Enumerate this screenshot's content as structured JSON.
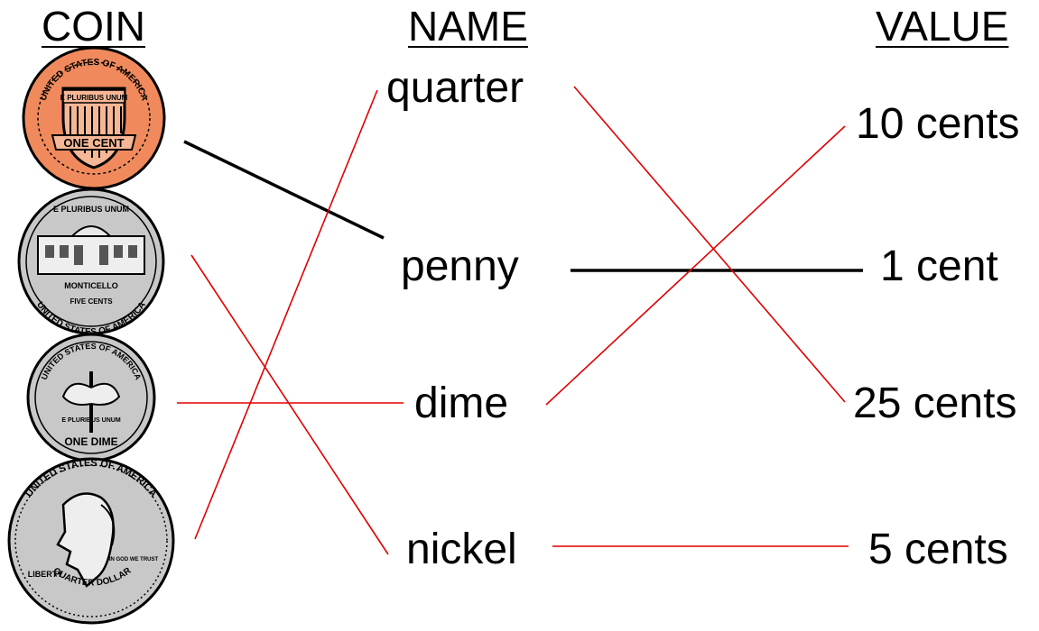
{
  "headers": {
    "coin": "COIN",
    "name": "NAME",
    "value": "VALUE"
  },
  "coins": {
    "penny": {
      "inscription_top": "UNITED STATES OF AMERICA",
      "motto": "E PLURIBUS UNUM",
      "denomination": "ONE CENT",
      "color": "#f08a5d"
    },
    "nickel": {
      "motto": "E PLURIBUS UNUM",
      "building": "MONTICELLO",
      "denomination": "FIVE CENTS",
      "inscription_bottom": "UNITED STATES OF AMERICA",
      "color": "#c8c8c8"
    },
    "dime": {
      "inscription_top": "UNITED STATES OF AMERICA",
      "motto": "E PLURIBUS UNUM",
      "denomination": "ONE DIME",
      "color": "#c8c8c8"
    },
    "quarter": {
      "inscription_top": "UNITED STATES OF AMERICA",
      "liberty": "LIBERTY",
      "motto": "IN GOD WE TRUST",
      "denomination": "QUARTER DOLLAR",
      "color": "#c8c8c8"
    }
  },
  "names": [
    "quarter",
    "penny",
    "dime",
    "nickel"
  ],
  "values": [
    "10 cents",
    "1 cent",
    "25 cents",
    "5 cents"
  ],
  "colors": {
    "correct_line": "#000000",
    "incorrect_line": "#e00000"
  }
}
